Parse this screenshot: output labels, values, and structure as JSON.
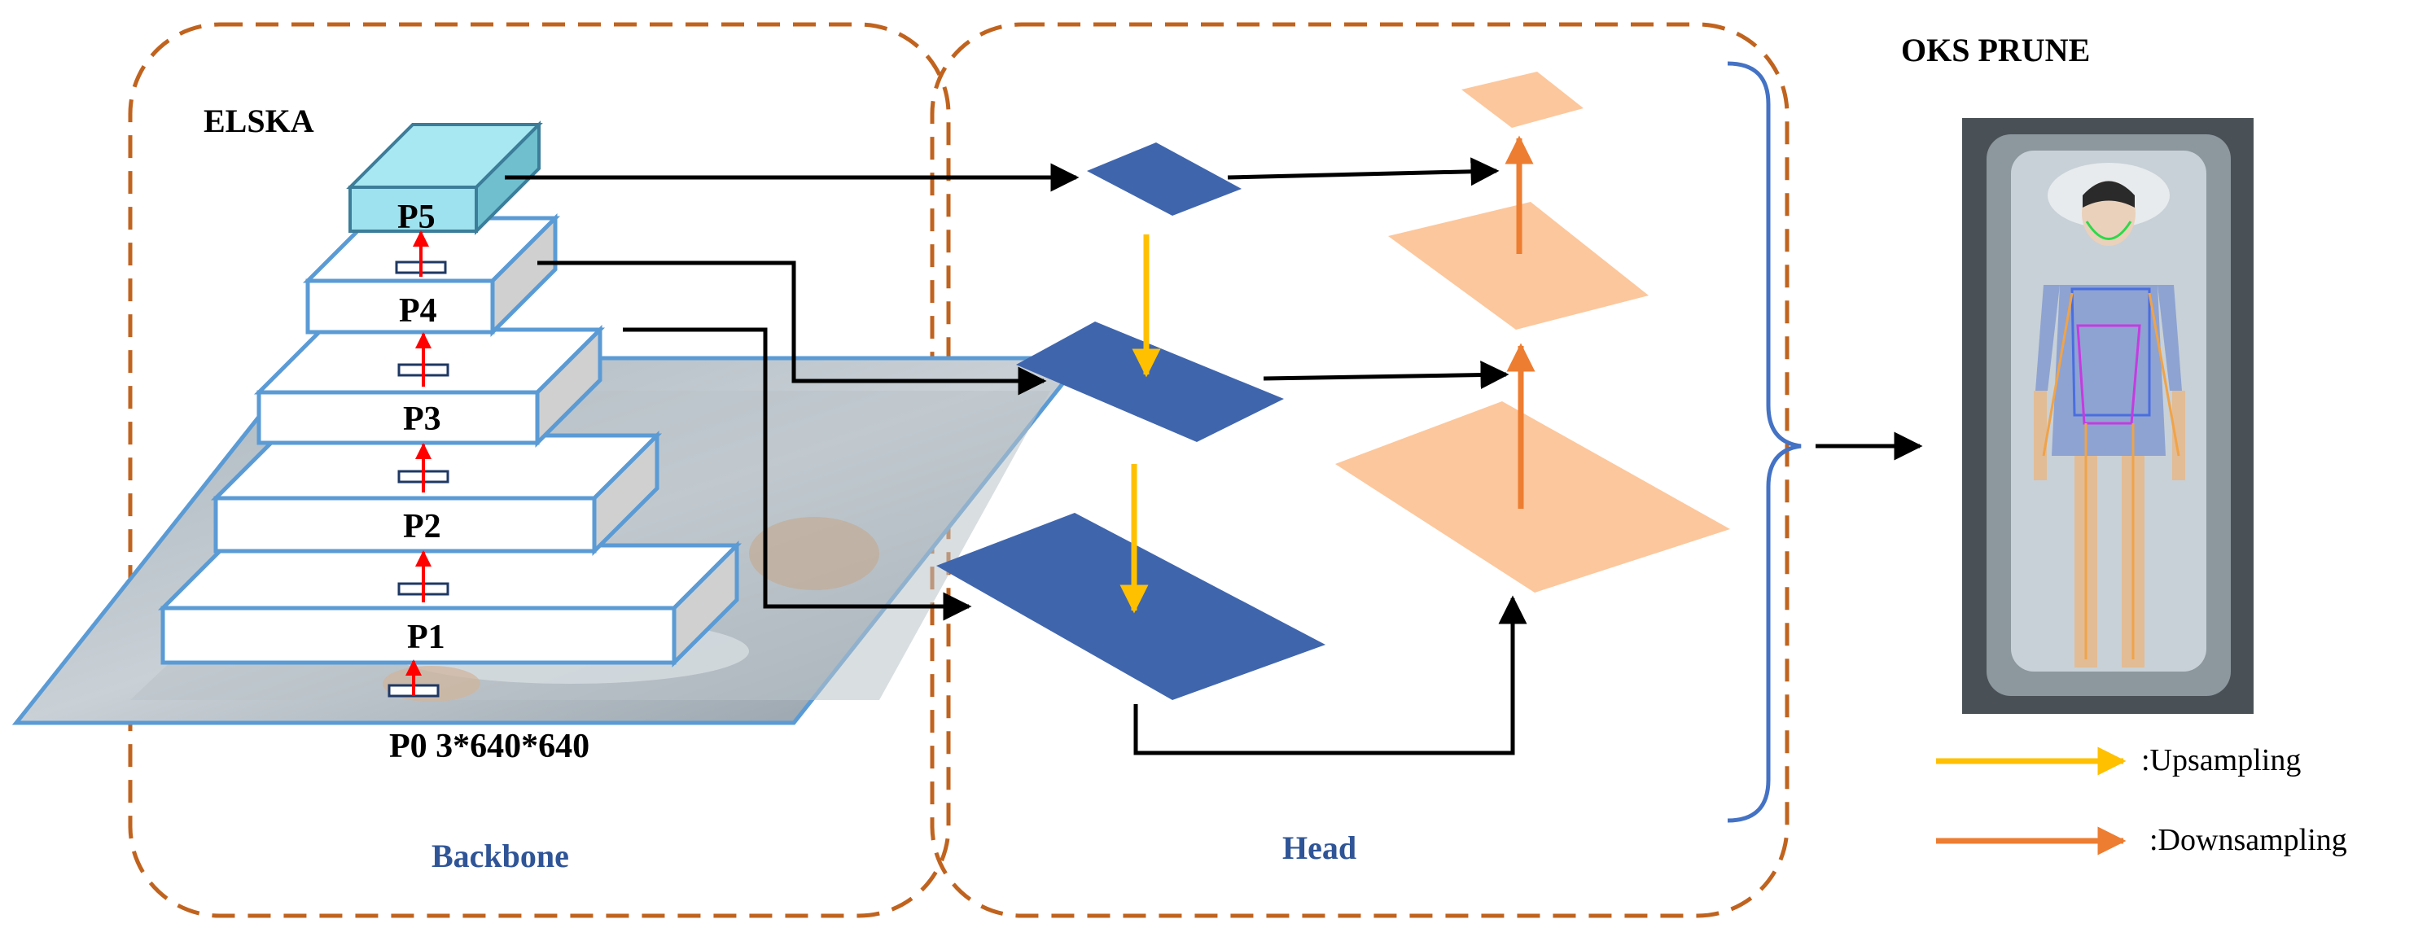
{
  "labels": {
    "elska": "ELSKA",
    "p5": "P5",
    "p4": "P4",
    "p3": "P3",
    "p2": "P2",
    "p1": "P1",
    "p0": "P0 3*640*640",
    "backbone": "Backbone",
    "head": "Head",
    "oks_prune": "OKS PRUNE"
  },
  "legend": {
    "upsampling": ":Upsampling",
    "downsampling": ":Downsampling"
  },
  "colors": {
    "dashed_border": "#c0631e",
    "block_border": "#5b9bd5",
    "block_side": "#d0d0d0",
    "p5_fill": "#9fe2ef",
    "head_blue": "#3f65ad",
    "head_peach": "#fcc79c",
    "upsampling_arrow": "#ffc000",
    "downsampling_arrow": "#ed7d31",
    "bracket": "#4472c4",
    "label_blue": "#2f5597",
    "red_arrow": "#ff0000"
  }
}
